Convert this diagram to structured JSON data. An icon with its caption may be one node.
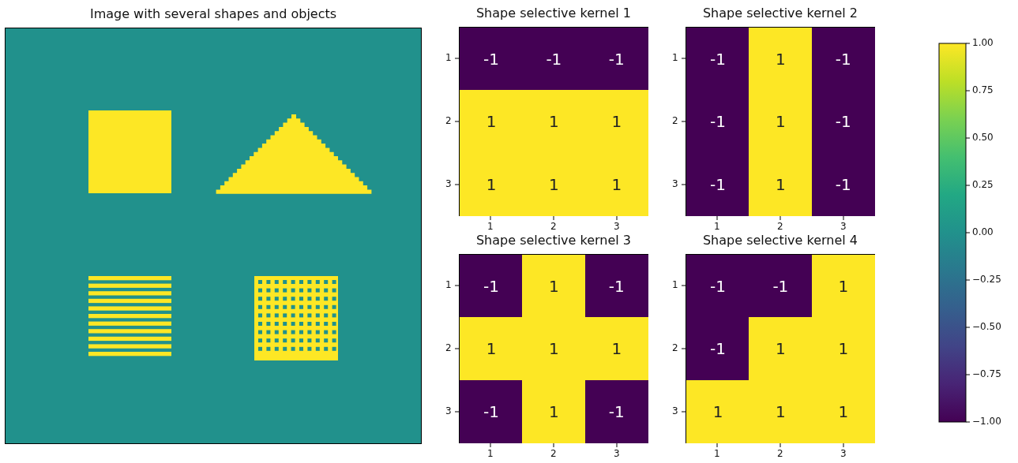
{
  "diagram": {
    "nodes": [
      {
        "text": [
          "Image with several shapes and objects"
        ]
      },
      {
        "text": [
          "Shape selective kernel 1"
        ]
      },
      {
        "text": [
          "Shape selective kernel 2"
        ]
      },
      {
        "text": [
          "Shape selective kernel 3"
        ]
      },
      {
        "text": [
          "Shape selective kernel 4"
        ]
      },
      {
        "text": [
          "-1"
        ],
        "in": 1
      },
      {
        "text": [
          "-1"
        ],
        "in": 1
      },
      {
        "text": [
          "-1"
        ],
        "in": 1
      },
      {
        "text": [
          "1"
        ],
        "in": 1
      },
      {
        "text": [
          "1"
        ],
        "in": 1
      },
      {
        "text": [
          "1"
        ],
        "in": 1
      },
      {
        "text": [
          "1"
        ],
        "in": 1
      },
      {
        "text": [
          "1"
        ],
        "in": 1
      },
      {
        "text": [
          "1"
        ],
        "in": 1
      },
      {
        "text": [
          "-1"
        ],
        "in": 2
      },
      {
        "text": [
          "1"
        ],
        "in": 2
      },
      {
        "text": [
          "-1"
        ],
        "in": 2
      },
      {
        "text": [
          "-1"
        ],
        "in": 2
      },
      {
        "text": [
          "1"
        ],
        "in": 2
      },
      {
        "text": [
          "-1"
        ],
        "in": 2
      },
      {
        "text": [
          "-1"
        ],
        "in": 2
      },
      {
        "text": [
          "1"
        ],
        "in": 2
      },
      {
        "text": [
          "-1"
        ],
        "in": 2
      },
      {
        "text": [
          "-1"
        ],
        "in": 3
      },
      {
        "text": [
          "1"
        ],
        "in": 3
      },
      {
        "text": [
          "-1"
        ],
        "in": 3
      },
      {
        "text": [
          "1"
        ],
        "in": 3
      },
      {
        "text": [
          "1"
        ],
        "in": 3
      },
      {
        "text": [
          "1"
        ],
        "in": 3
      },
      {
        "text": [
          "-1"
        ],
        "in": 3
      },
      {
        "text": [
          "1"
        ],
        "in": 3
      },
      {
        "text": [
          "-1"
        ],
        "in": 3
      },
      {
        "text": [
          "-1"
        ],
        "in": 4
      },
      {
        "text": [
          "-1"
        ],
        "in": 4
      },
      {
        "text": [
          "1"
        ],
        "in": 4
      },
      {
        "text": [
          "-1"
        ],
        "in": 4
      },
      {
        "text": [
          "1"
        ],
        "in": 4
      },
      {
        "text": [
          "1"
        ],
        "in": 4
      },
      {
        "text": [
          "1"
        ],
        "in": 4
      },
      {
        "text": [
          "1"
        ],
        "in": 4
      },
      {
        "text": [
          "1"
        ],
        "in": 4
      }
    ],
    "edges": [],
    "labels": [
      "1",
      "2",
      "3",
      "1",
      "2",
      "3",
      "1",
      "2",
      "3",
      "1",
      "2",
      "3",
      "1",
      "2",
      "3",
      "1",
      "2",
      "3",
      "1",
      "2",
      "3",
      "1",
      "2",
      "3",
      "1.00",
      "0.75",
      "0.50",
      "0.25",
      "0.00",
      "−0.25",
      "−0.50",
      "−0.75",
      "−1.00"
    ]
  }
}
